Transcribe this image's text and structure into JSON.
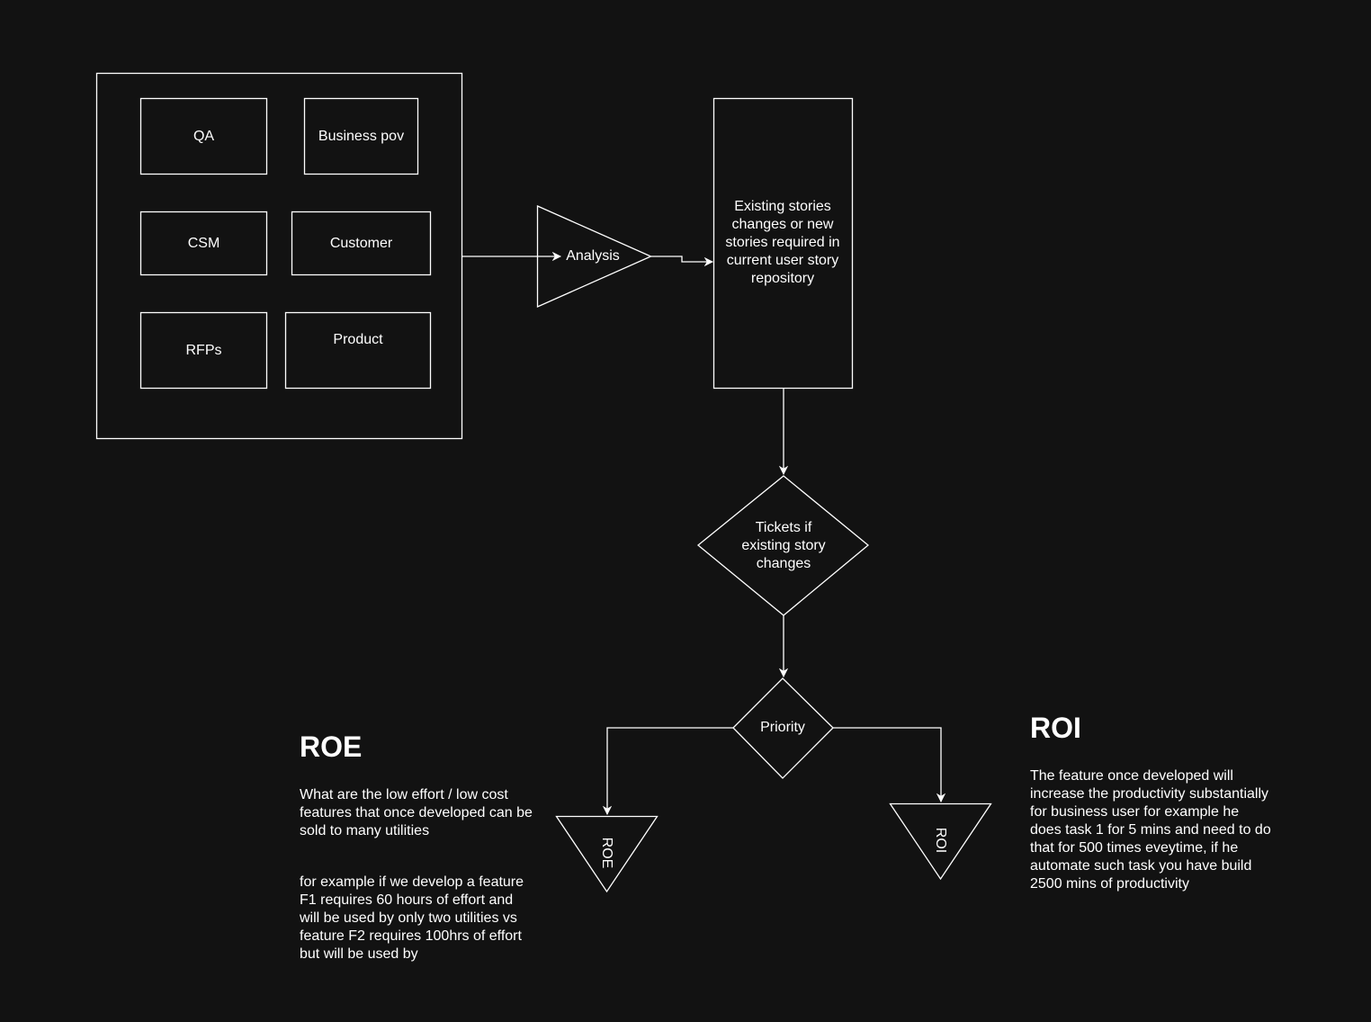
{
  "colors": {
    "background": "#121212",
    "stroke": "#ffffff",
    "text": "#ffffff"
  },
  "nodes": {
    "qa": "QA",
    "business_pov": "Business pov",
    "csm": "CSM",
    "customer": "Customer",
    "rfps": "RFPs",
    "product": "Product",
    "analysis": "Analysis",
    "repository": "Existing stories changes or new stories required in current user story repository",
    "tickets": "Tickets if existing story changes",
    "priority": "Priority",
    "roe_triangle": "ROE",
    "roi_triangle": "ROI"
  },
  "roe": {
    "heading": "ROE",
    "description": "What are the low effort / low cost features that once developed can be sold to many utilities",
    "example": "for example  if we develop a feature F1 requires 60 hours of effort and will be used by only two utilities vs feature F2 requires 100hrs of effort but will be used by"
  },
  "roi": {
    "heading": "ROI",
    "description": "The feature once developed will increase the productivity substantially for business user for example he does task 1 for 5 mins and need to do that for 500 times eveytime, if he automate such task you have build 2500 mins of productivity"
  }
}
